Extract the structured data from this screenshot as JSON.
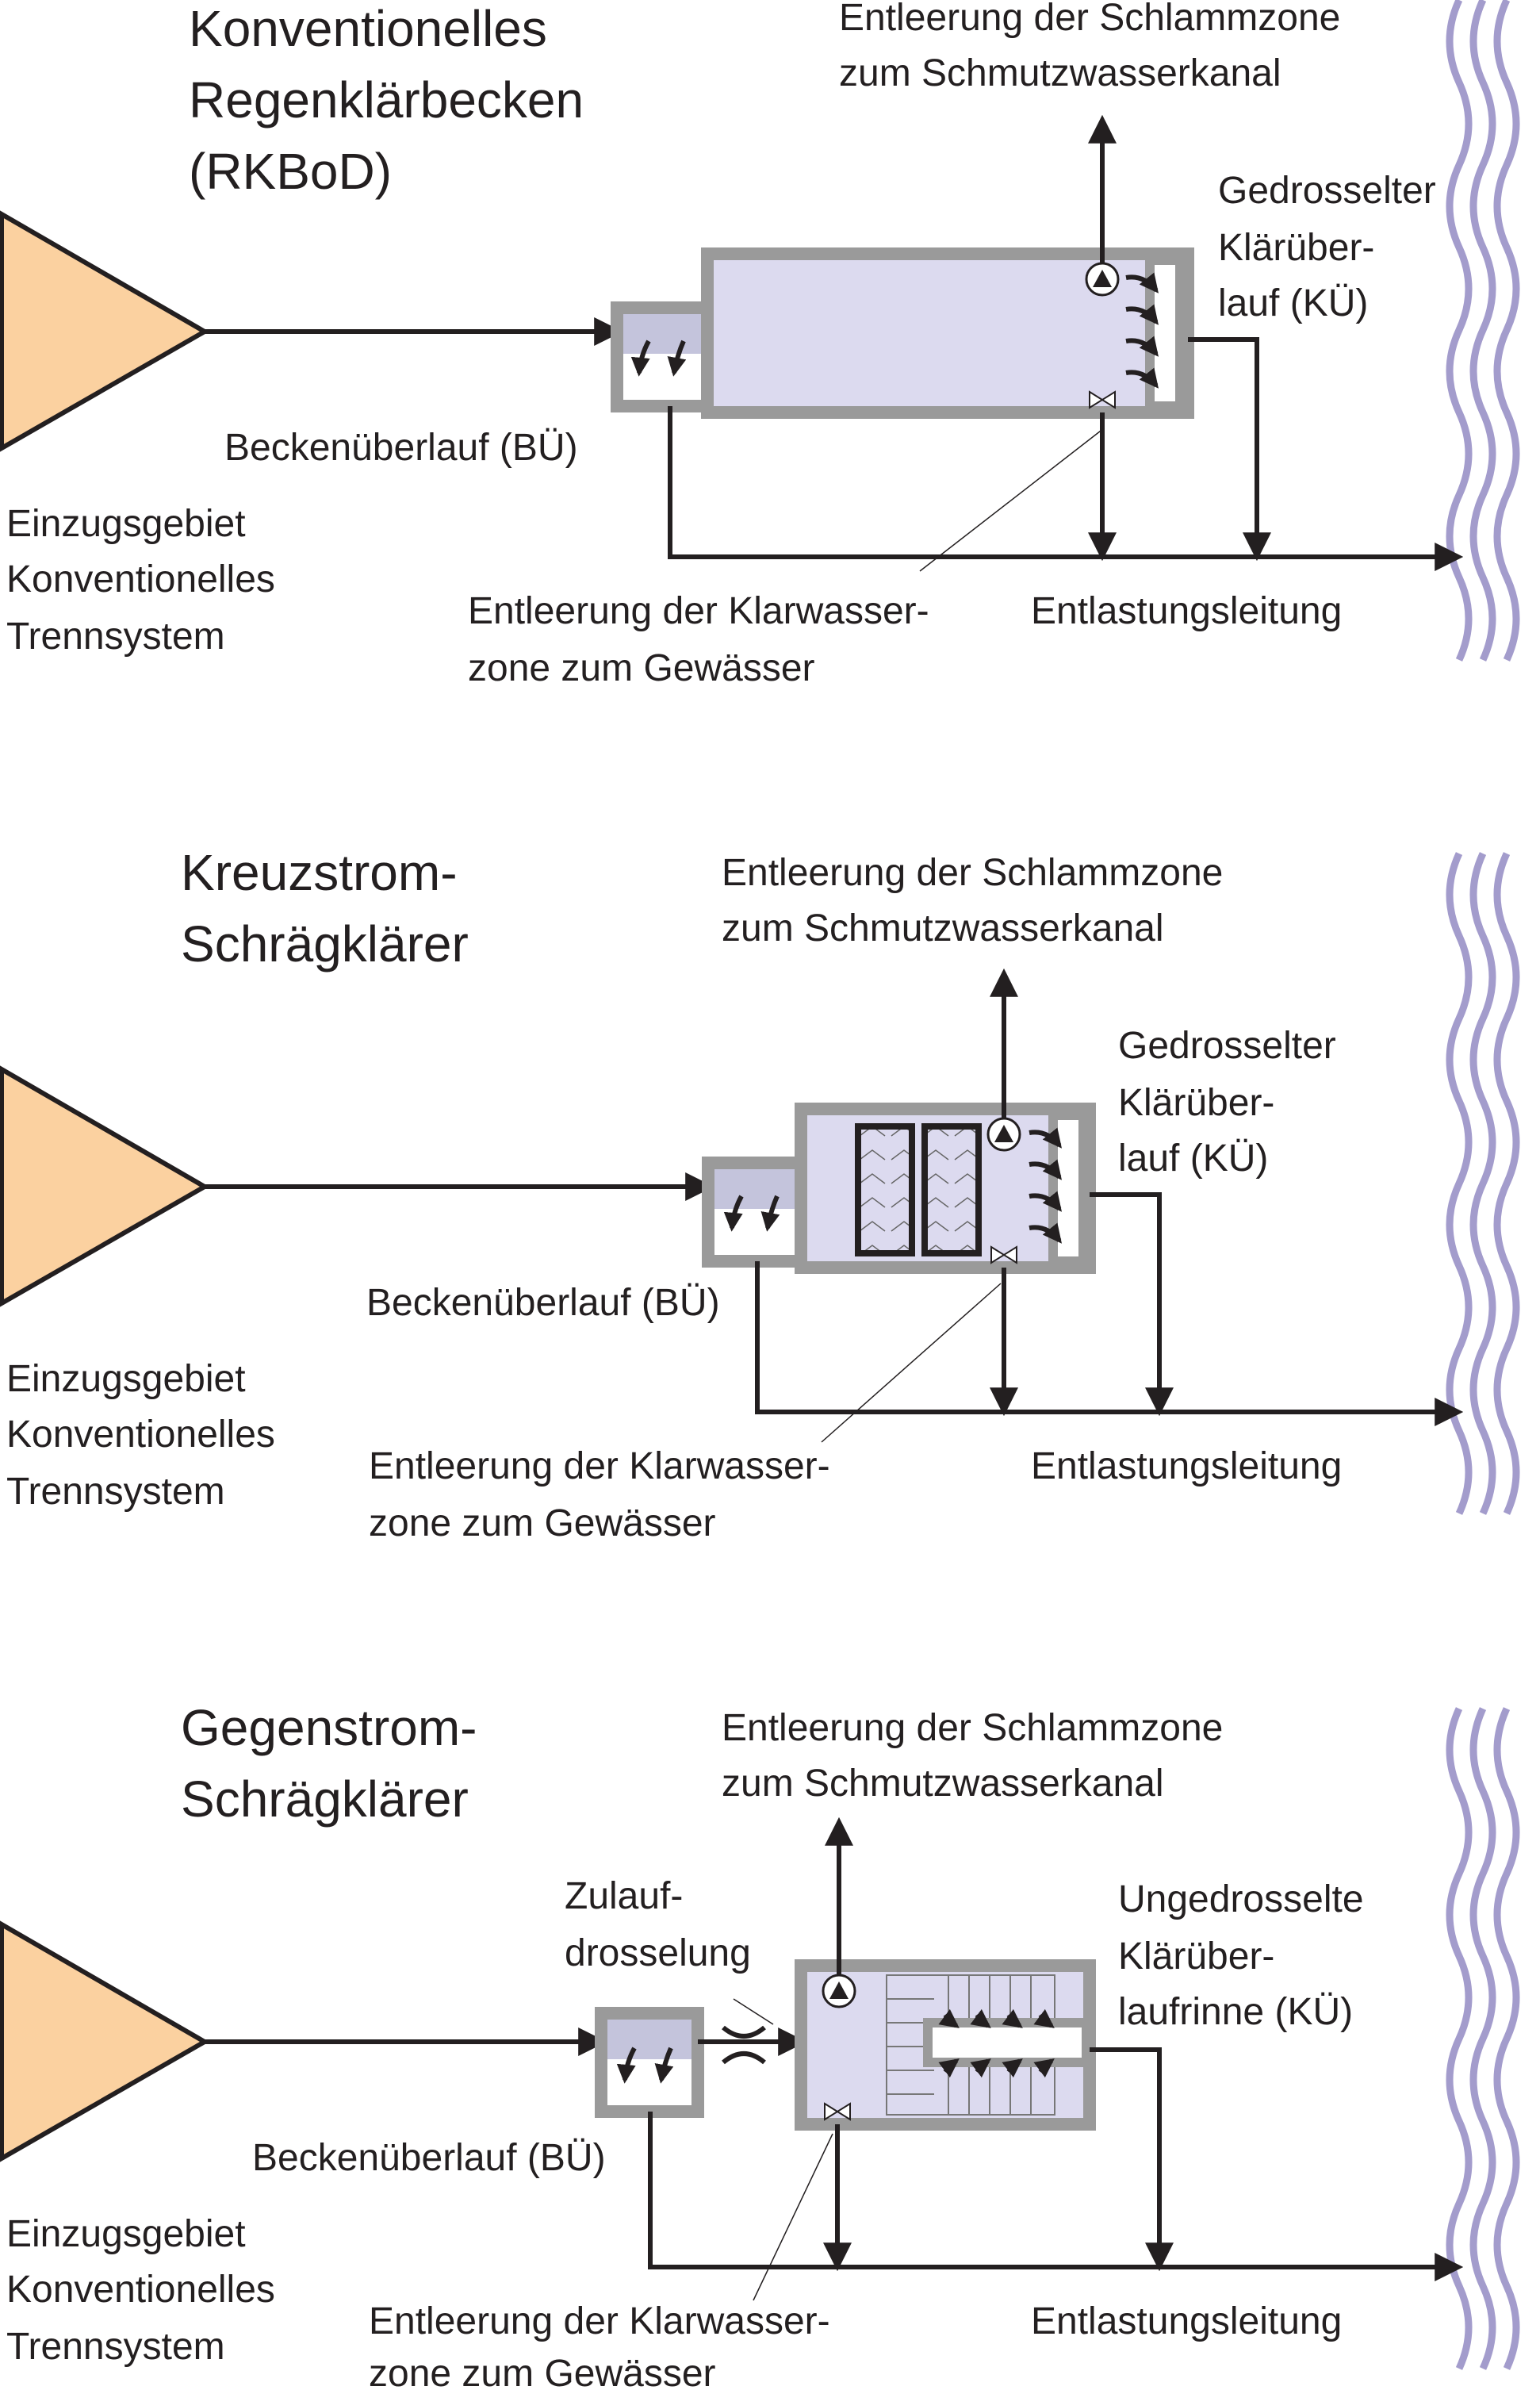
{
  "colors": {
    "catchment": "#fbd1a0",
    "basin": "#dcdaef",
    "wall": "#9a9a9a",
    "water_body": "#a39ccc",
    "line": "#231f20"
  },
  "panels": [
    {
      "title": [
        "Konventionelles",
        "Regenklärbecken",
        "(RKBoD)"
      ],
      "catchment_label": [
        "Einzugsgebiet",
        "Konventionelles",
        "Trennsystem"
      ],
      "sludge_outlet_label": [
        "Entleerung der Schlammzone",
        "zum Schmutzwasserkanal"
      ],
      "overflow_label": [
        "Gedrosselter",
        "Klärüber-",
        "lauf (KÜ)"
      ],
      "bypass_label": "Beckenüberlauf (BÜ)",
      "clearwater_label": [
        "Entleerung der Klarwasser-",
        "zone zum Gewässer"
      ],
      "relief_label": "Entlastungsleitung"
    },
    {
      "title": [
        "Kreuzstrom-",
        "Schrägklärer"
      ],
      "catchment_label": [
        "Einzugsgebiet",
        "Konventionelles",
        "Trennsystem"
      ],
      "sludge_outlet_label": [
        "Entleerung der Schlammzone",
        "zum Schmutzwasserkanal"
      ],
      "overflow_label": [
        "Gedrosselter",
        "Klärüber-",
        "lauf (KÜ)"
      ],
      "bypass_label": "Beckenüberlauf (BÜ)",
      "clearwater_label": [
        "Entleerung der Klarwasser-",
        "zone zum Gewässer"
      ],
      "relief_label": "Entlastungsleitung"
    },
    {
      "title": [
        "Gegenstrom-",
        "Schrägklärer"
      ],
      "catchment_label": [
        "Einzugsgebiet",
        "Konventionelles",
        "Trennsystem"
      ],
      "sludge_outlet_label": [
        "Entleerung der Schlammzone",
        "zum Schmutzwasserkanal"
      ],
      "inlet_throttle_label": [
        "Zulauf-",
        "drosselung"
      ],
      "overflow_label": [
        "Ungedrosselte",
        "Klärüber-",
        "laufrinne (KÜ)"
      ],
      "bypass_label": "Beckenüberlauf (BÜ)",
      "clearwater_label": [
        "Entleerung der Klarwasser-",
        "zone zum Gewässer"
      ],
      "relief_label": "Entlastungsleitung"
    }
  ]
}
